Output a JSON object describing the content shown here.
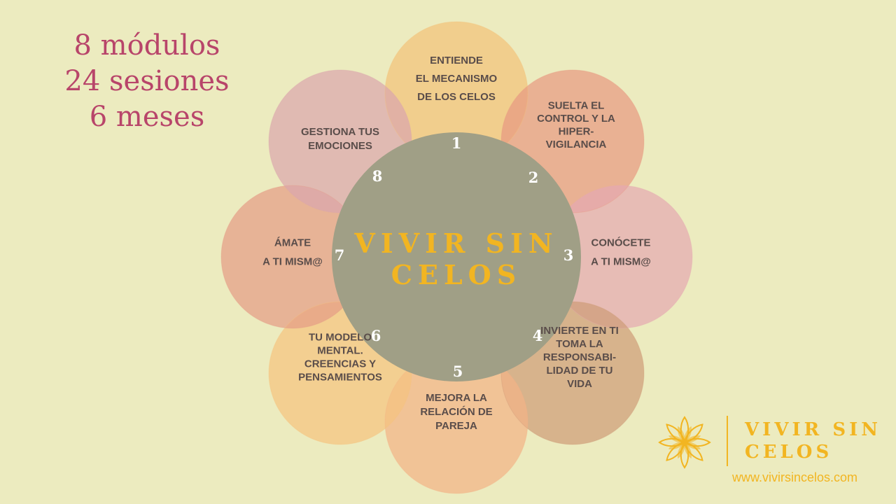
{
  "stats": [
    "8 módulos",
    "24 sesiones",
    "6 meses"
  ],
  "center_title": [
    "VIVIR SIN",
    "CELOS"
  ],
  "modules": [
    {
      "number": "1",
      "lines": [
        "ENTIENDE",
        "EL MECANISMO",
        "DE LOS CELOS"
      ],
      "color": "#f3c27a"
    },
    {
      "number": "2",
      "lines": [
        "SUELTA EL",
        "CONTROL Y LA",
        "HIPER-",
        "VIGILANCIA"
      ],
      "color": "#e79a82"
    },
    {
      "number": "3",
      "lines": [
        "CONÓCETE",
        "A TI MISM@"
      ],
      "color": "#e4a9b1"
    },
    {
      "number": "4",
      "lines": [
        "INVIERTE EN TI",
        "TOMA LA",
        "RESPONSABI-",
        "LIDAD DE TU",
        "VIDA"
      ],
      "color": "#cf9c78"
    },
    {
      "number": "5",
      "lines": [
        "MEJORA LA",
        "RELACIÓN DE",
        "PAREJA"
      ],
      "color": "#f3b386"
    },
    {
      "number": "6",
      "lines": [
        "TU MODELO",
        "MENTAL.",
        "CREENCIAS Y",
        "PENSAMIENTOS"
      ],
      "color": "#f5c47f"
    },
    {
      "number": "7",
      "lines": [
        "ÁMATE",
        "A TI MISM@"
      ],
      "color": "#e59c86"
    },
    {
      "number": "8",
      "lines": [
        "GESTIONA TUS",
        "EMOCIONES"
      ],
      "color": "#dba6ad"
    }
  ],
  "colors": {
    "background": "#ecebbf",
    "center_fill": "#a09f86",
    "title_gold": "#f2b521",
    "stats_text": "#b8456a",
    "module_text": "#5a4d4a",
    "number_text": "#ffffff"
  },
  "logo": {
    "text": [
      "VIVIR SIN",
      "CELOS"
    ],
    "url": "www.vivirsincelos.com",
    "icon": "lotus-flower-icon"
  }
}
